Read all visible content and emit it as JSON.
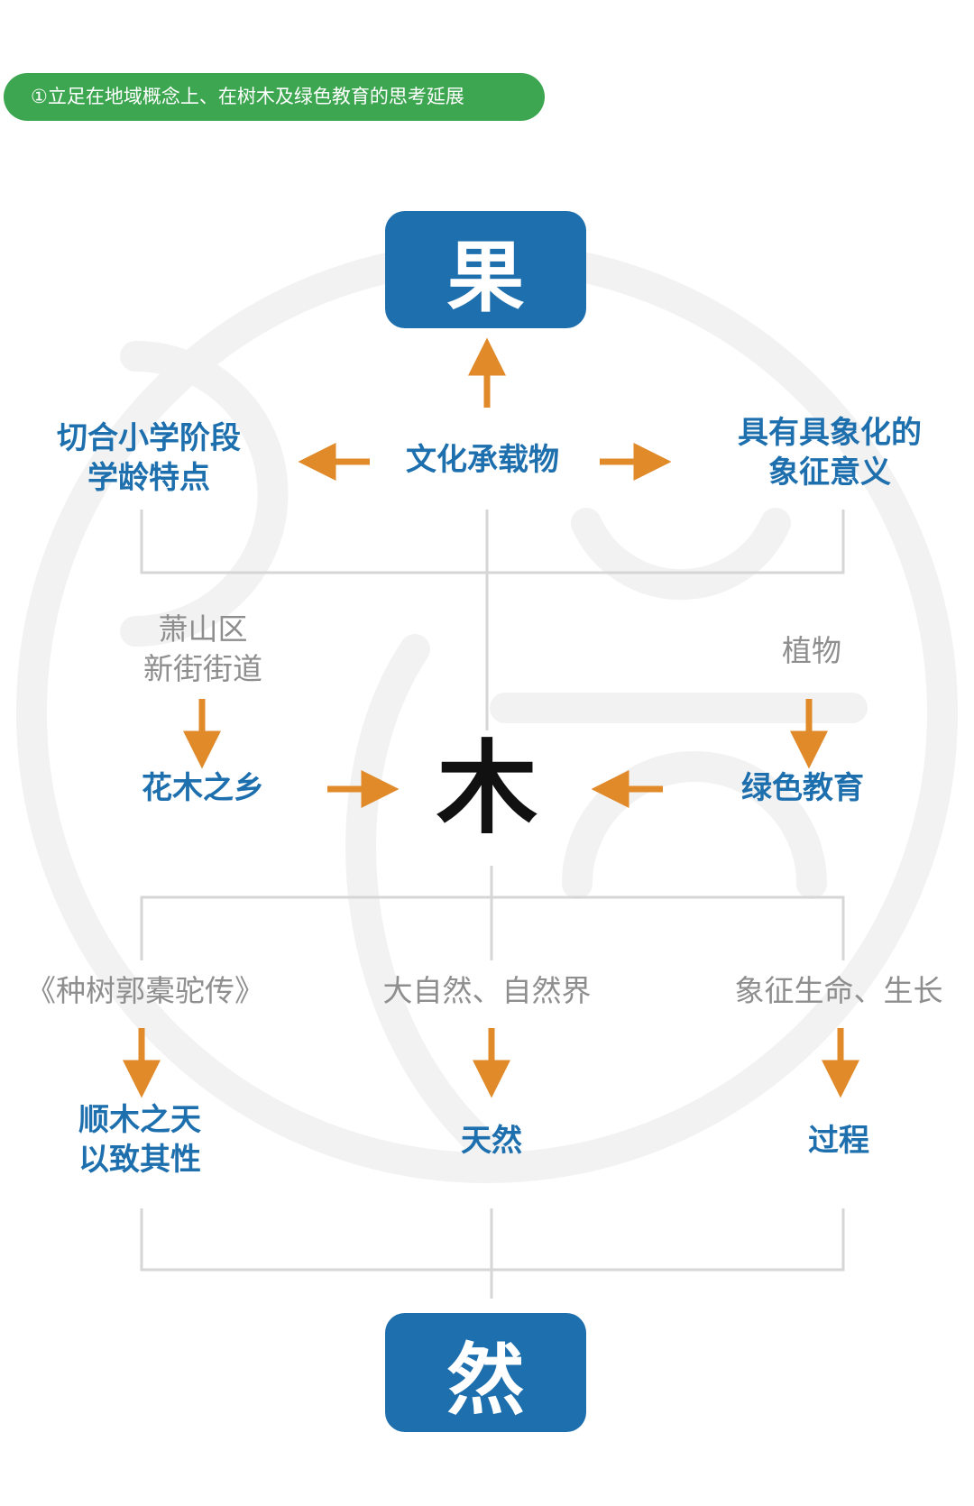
{
  "banner": {
    "text": "①立足在地域概念上、在树木及绿色教育的思考延展"
  },
  "top": {
    "char": "果"
  },
  "bottom": {
    "char": "然"
  },
  "center": {
    "char": "木"
  },
  "upper_row": {
    "left": {
      "line1": "切合小学阶段",
      "line2": "学龄特点"
    },
    "middle": "文化承载物",
    "right": {
      "line1": "具有具象化的",
      "line2": "象征意义"
    }
  },
  "middle_row": {
    "left_source": {
      "line1": "萧山区",
      "line2": "新街街道"
    },
    "left_result": "花木之乡",
    "right_source": "植物",
    "right_result": "绿色教育"
  },
  "lower_row": {
    "left_source": "《种树郭橐驼传》",
    "left_result": {
      "line1": "顺木之天",
      "line2": "以致其性"
    },
    "middle_source": "大自然、自然界",
    "middle_result": "天然",
    "right_source": "象征生命、生长",
    "right_result": "过程"
  },
  "colors": {
    "banner": "#3da650",
    "box": "#1e6fae",
    "blue_text": "#1e6fae",
    "gray_text": "#8e8e8e",
    "arrow": "#e18a2a",
    "line": "#d6d6d6",
    "watermark": "#f1f1f1"
  }
}
